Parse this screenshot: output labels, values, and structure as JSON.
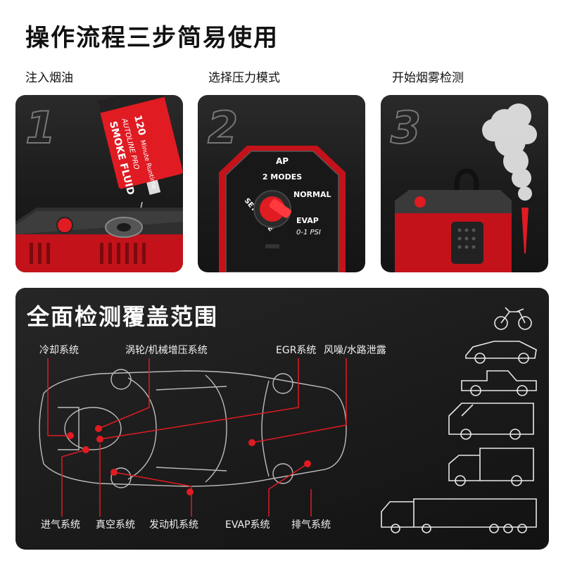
{
  "header": {
    "title": "操作流程三步简易使用"
  },
  "steps": [
    {
      "number": "1",
      "caption": "注入烟油"
    },
    {
      "number": "2",
      "caption": "选择压力模式"
    },
    {
      "number": "3",
      "caption": "开始烟雾检测"
    }
  ],
  "fluid_bottle": {
    "line1": "SMOKE FLUID",
    "line2": "AUTOLINE PRO",
    "runtime_num": "120",
    "runtime_text": "Minute Runtime"
  },
  "panel": {
    "logo": "AP",
    "modes": "2 MODES",
    "normal": "NORMAL",
    "set_mode": "SET MODE",
    "evap": "EVAP",
    "psi": "0-1 PSI"
  },
  "coverage": {
    "title": "全面检测覆盖范围",
    "top_labels": [
      "冷却系统",
      "涡轮/机械增压系统",
      "EGR系统",
      "风噪/水路泄露"
    ],
    "bottom_labels": [
      "进气系统",
      "真空系统",
      "发动机系统",
      "EVAP系统",
      "排气系统"
    ]
  },
  "vehicles": [
    "motorcycle-icon",
    "sedan-icon",
    "pickup-icon",
    "van-icon",
    "box-truck-icon",
    "semi-truck-icon"
  ],
  "colors": {
    "accent": "#d8121a",
    "card_bg": "#1e1e1e",
    "text_light": "#f1f1f1"
  }
}
